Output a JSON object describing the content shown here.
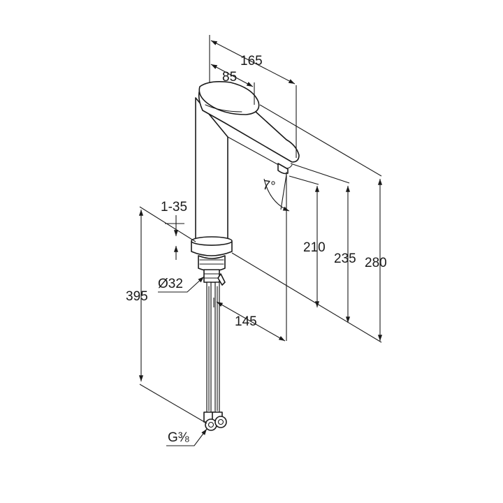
{
  "drawing": {
    "dimensions": {
      "width_total": "165",
      "lever_width": "85",
      "angle": "7°",
      "spout_height": "210",
      "outlet_height": "235",
      "total_height": "280",
      "deck_thickness": "1-35",
      "hole_diameter": "Ø32",
      "projection": "145",
      "hose_length": "395",
      "thread": "G⅜"
    }
  }
}
